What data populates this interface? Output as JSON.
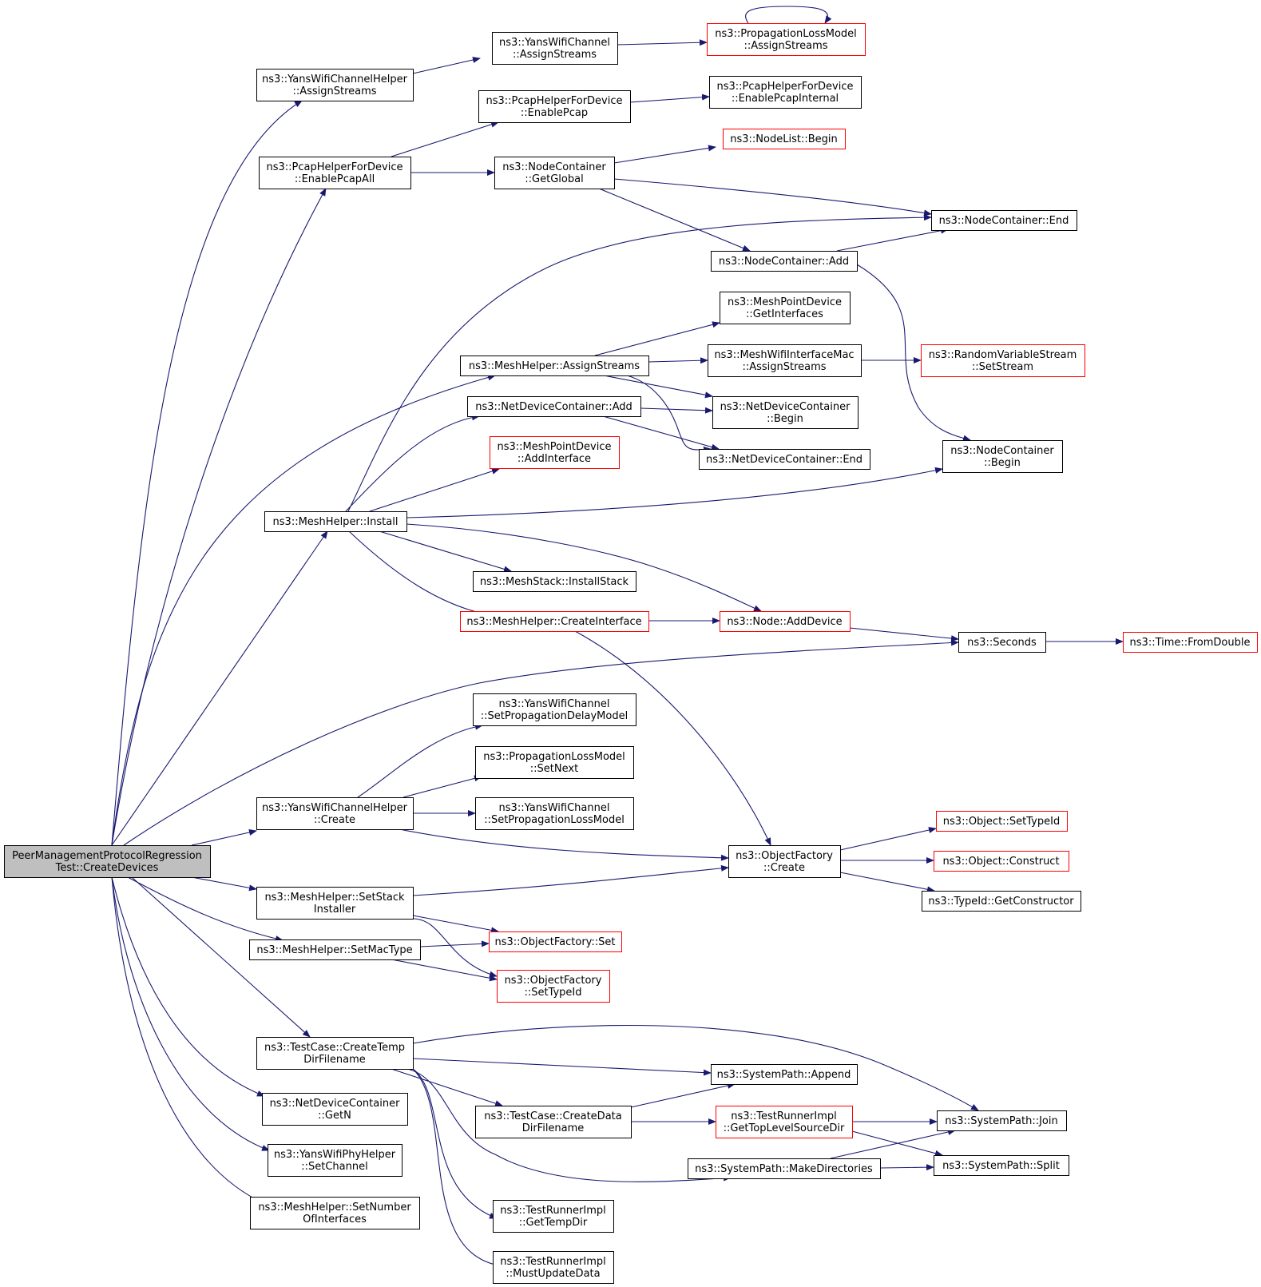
{
  "colors": {
    "edge": "#191970",
    "node_border": "#000000",
    "node_border_external": "#ff0000",
    "root_fill": "#bfbfbf",
    "node_fill": "#ffffff"
  },
  "nodes": {
    "root": {
      "lines": [
        "PeerManagementProtocolRegression",
        "Test::CreateDevices"
      ]
    },
    "yanschhelper_assign": {
      "lines": [
        "ns3::YansWifiChannelHelper",
        "::AssignStreams"
      ]
    },
    "yanschannel_assign": {
      "lines": [
        "ns3::YansWifiChannel",
        "::AssignStreams"
      ]
    },
    "proploss_assign": {
      "lines": [
        "ns3::PropagationLossModel",
        "::AssignStreams"
      ]
    },
    "pcap_enablepcap": {
      "lines": [
        "ns3::PcapHelperForDevice",
        "::EnablePcap"
      ]
    },
    "pcap_internal": {
      "lines": [
        "ns3::PcapHelperForDevice",
        "::EnablePcapInternal"
      ]
    },
    "pcap_all": {
      "lines": [
        "ns3::PcapHelperForDevice",
        "::EnablePcapAll"
      ]
    },
    "nodelist_begin": {
      "lines": [
        "ns3::NodeList::Begin"
      ]
    },
    "nc_getglobal": {
      "lines": [
        "ns3::NodeContainer",
        "::GetGlobal"
      ]
    },
    "nc_end": {
      "lines": [
        "ns3::NodeContainer::End"
      ]
    },
    "nc_add": {
      "lines": [
        "ns3::NodeContainer::Add"
      ]
    },
    "mpd_getifaces": {
      "lines": [
        "ns3::MeshPointDevice",
        "::GetInterfaces"
      ]
    },
    "mh_assign": {
      "lines": [
        "ns3::MeshHelper::AssignStreams"
      ]
    },
    "mwim_assign": {
      "lines": [
        "ns3::MeshWifiInterfaceMac",
        "::AssignStreams"
      ]
    },
    "rvs_setstream": {
      "lines": [
        "ns3::RandomVariableStream",
        "::SetStream"
      ]
    },
    "ndc_add": {
      "lines": [
        "ns3::NetDeviceContainer::Add"
      ]
    },
    "ndc_begin": {
      "lines": [
        "ns3::NetDeviceContainer",
        "::Begin"
      ]
    },
    "mpd_addiface": {
      "lines": [
        "ns3::MeshPointDevice",
        "::AddInterface"
      ]
    },
    "ndc_end": {
      "lines": [
        "ns3::NetDeviceContainer::End"
      ]
    },
    "nc_begin": {
      "lines": [
        "ns3::NodeContainer",
        "::Begin"
      ]
    },
    "mh_install": {
      "lines": [
        "ns3::MeshHelper::Install"
      ]
    },
    "ms_installstack": {
      "lines": [
        "ns3::MeshStack::InstallStack"
      ]
    },
    "mh_createiface": {
      "lines": [
        "ns3::MeshHelper::CreateInterface"
      ]
    },
    "node_adddevice": {
      "lines": [
        "ns3::Node::AddDevice"
      ]
    },
    "seconds": {
      "lines": [
        "ns3::Seconds"
      ]
    },
    "time_fromdouble": {
      "lines": [
        "ns3::Time::FromDouble"
      ]
    },
    "ywc_setdelay": {
      "lines": [
        "ns3::YansWifiChannel",
        "::SetPropagationDelayModel"
      ]
    },
    "plm_setnext": {
      "lines": [
        "ns3::PropagationLossModel",
        "::SetNext"
      ]
    },
    "ywch_create": {
      "lines": [
        "ns3::YansWifiChannelHelper",
        "::Create"
      ]
    },
    "ywc_setloss": {
      "lines": [
        "ns3::YansWifiChannel",
        "::SetPropagationLossModel"
      ]
    },
    "obj_settypeid": {
      "lines": [
        "ns3::Object::SetTypeId"
      ]
    },
    "of_create": {
      "lines": [
        "ns3::ObjectFactory",
        "::Create"
      ]
    },
    "obj_construct": {
      "lines": [
        "ns3::Object::Construct"
      ]
    },
    "tid_getctor": {
      "lines": [
        "ns3::TypeId::GetConstructor"
      ]
    },
    "mh_setstack": {
      "lines": [
        "ns3::MeshHelper::SetStack",
        "Installer"
      ]
    },
    "mh_setmac": {
      "lines": [
        "ns3::MeshHelper::SetMacType"
      ]
    },
    "of_set": {
      "lines": [
        "ns3::ObjectFactory::Set"
      ]
    },
    "of_settypeid": {
      "lines": [
        "ns3::ObjectFactory",
        "::SetTypeId"
      ]
    },
    "tc_tempdir": {
      "lines": [
        "ns3::TestCase::CreateTemp",
        "DirFilename"
      ]
    },
    "sp_append": {
      "lines": [
        "ns3::SystemPath::Append"
      ]
    },
    "ndc_getn": {
      "lines": [
        "ns3::NetDeviceContainer",
        "::GetN"
      ]
    },
    "tc_datadir": {
      "lines": [
        "ns3::TestCase::CreateData",
        "DirFilename"
      ]
    },
    "tri_toplevel": {
      "lines": [
        "ns3::TestRunnerImpl",
        "::GetTopLevelSourceDir"
      ]
    },
    "sp_join": {
      "lines": [
        "ns3::SystemPath::Join"
      ]
    },
    "ywph_setchannel": {
      "lines": [
        "ns3::YansWifiPhyHelper",
        "::SetChannel"
      ]
    },
    "sp_mkdirs": {
      "lines": [
        "ns3::SystemPath::MakeDirectories"
      ]
    },
    "sp_split": {
      "lines": [
        "ns3::SystemPath::Split"
      ]
    },
    "mh_setnumifaces": {
      "lines": [
        "ns3::MeshHelper::SetNumber",
        "OfInterfaces"
      ]
    },
    "tri_gettempdir": {
      "lines": [
        "ns3::TestRunnerImpl",
        "::GetTempDir"
      ]
    },
    "tri_mustupdate": {
      "lines": [
        "ns3::TestRunnerImpl",
        "::MustUpdateData"
      ]
    }
  }
}
